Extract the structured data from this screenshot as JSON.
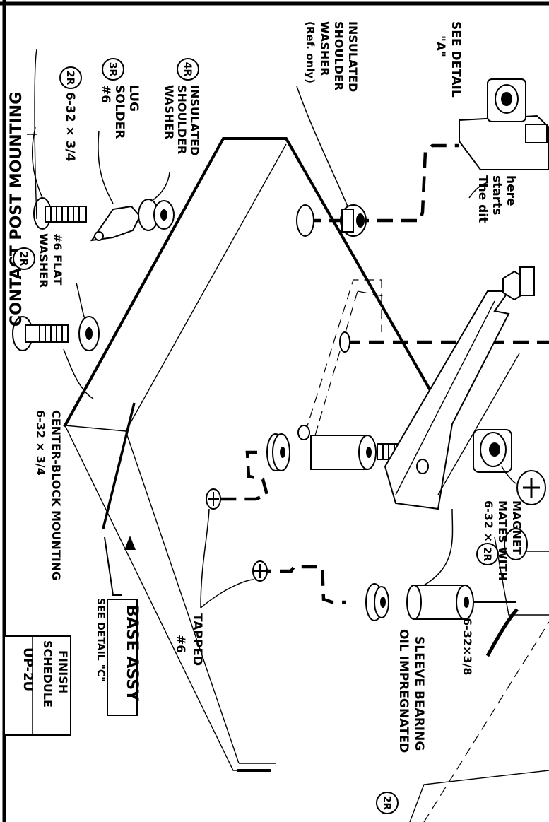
{
  "labels": {
    "contact_post": "CONTACT POST MOUNTING",
    "p2r": "2R",
    "screw_632_34": "6-32 × 3/4",
    "p3r": "3R",
    "solder_lug": [
      "#6",
      "SOLDER",
      "LUG"
    ],
    "p4r": "4R",
    "insulated_washer": [
      "INSULATED",
      "SHOULDER",
      "WASHER"
    ],
    "insulated_ref": [
      "INSULATED",
      "SHOULDER",
      "WASHER",
      "(Ref. only)"
    ],
    "see_detail_a": [
      "SEE DETAIL",
      "\"A\""
    ],
    "dit_starts": [
      "The dit",
      "starts",
      "here"
    ],
    "flat_washer": [
      "#6 FLAT",
      "WASHER"
    ],
    "p2r_b": "2R",
    "center_block": [
      "6-32 × 3/4",
      "CENTER-BLOCK MOUNTING"
    ],
    "mates_magnet": [
      "6-32 × 3/8",
      "MATES WITH",
      "MAGNET"
    ],
    "p2r_c": "2R",
    "screw_632_38": "6-32×3/8",
    "oil_bearing": [
      "OIL IMPREGNATED",
      "SLEEVE BEARING"
    ],
    "p2r_d": "2R",
    "tapped": [
      "TAPPED",
      "#6"
    ],
    "base_assy": "BASE ASSY",
    "see_detail_c": "SEE DETAIL \"C\"",
    "finish_schedule": [
      "FINISH",
      "SCHEDULE"
    ],
    "finish_code": "UP-2U"
  }
}
